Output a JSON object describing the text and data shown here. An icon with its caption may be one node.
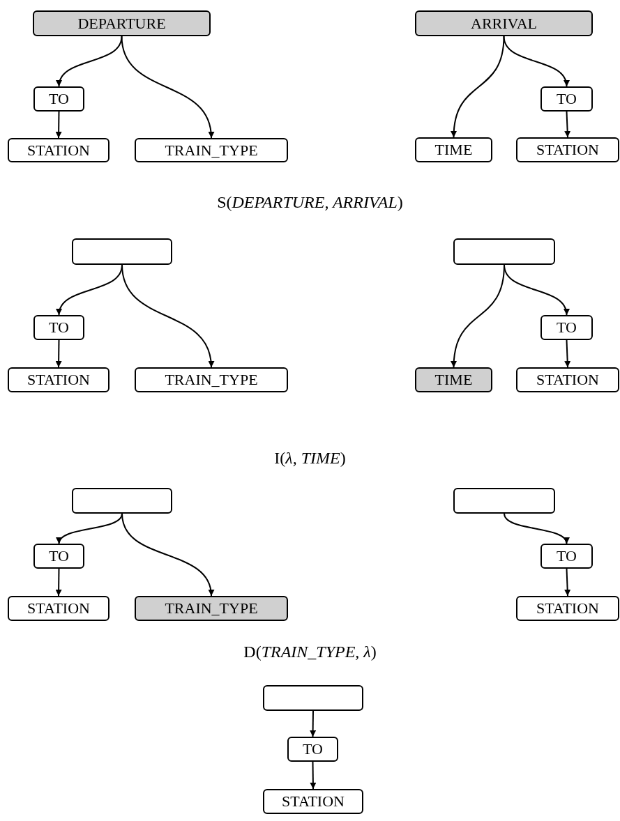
{
  "diagram": {
    "nodes": [
      {
        "text": [
          "DEPARTURE"
        ]
      },
      {
        "text": [
          "TO"
        ]
      },
      {
        "text": [
          "STATION"
        ]
      },
      {
        "text": [
          "TRAIN_TYPE"
        ]
      },
      {
        "text": [
          "ARRIVAL"
        ]
      },
      {
        "text": [
          "TIME"
        ]
      },
      {
        "text": [
          "TO"
        ]
      },
      {
        "text": [
          "STATION"
        ]
      },
      {
        "text": [],
        "shape": "box"
      },
      {
        "text": [
          "TO"
        ]
      },
      {
        "text": [
          "STATION"
        ]
      },
      {
        "text": [
          "TRAIN_TYPE"
        ]
      },
      {
        "text": [],
        "shape": "box"
      },
      {
        "text": [
          "TIME"
        ]
      },
      {
        "text": [
          "TO"
        ]
      },
      {
        "text": [
          "STATION"
        ]
      },
      {
        "text": [],
        "shape": "box"
      },
      {
        "text": [
          "TO"
        ]
      },
      {
        "text": [
          "STATION"
        ]
      },
      {
        "text": [
          "TRAIN_TYPE"
        ]
      },
      {
        "text": [],
        "shape": "box"
      },
      {
        "text": [
          "TO"
        ]
      },
      {
        "text": [
          "STATION"
        ]
      },
      {
        "text": [],
        "shape": "box"
      },
      {
        "text": [
          "TO"
        ]
      },
      {
        "text": [
          "STATION"
        ]
      }
    ],
    "edges": [
      {
        "from": 0,
        "to": 1,
        "arrow": "to"
      },
      {
        "from": 1,
        "to": 2,
        "arrow": "to"
      },
      {
        "from": 0,
        "to": 3,
        "arrow": "to"
      },
      {
        "from": 4,
        "to": 5,
        "arrow": "to"
      },
      {
        "from": 4,
        "to": 6,
        "arrow": "to"
      },
      {
        "from": 6,
        "to": 7,
        "arrow": "to"
      },
      {
        "from": 8,
        "to": 9,
        "arrow": "to"
      },
      {
        "from": 9,
        "to": 10,
        "arrow": "to"
      },
      {
        "from": 8,
        "to": 11,
        "arrow": "to"
      },
      {
        "from": 12,
        "to": 13,
        "arrow": "to"
      },
      {
        "from": 12,
        "to": 14,
        "arrow": "to"
      },
      {
        "from": 14,
        "to": 15,
        "arrow": "to"
      },
      {
        "from": 16,
        "to": 17,
        "arrow": "to"
      },
      {
        "from": 17,
        "to": 18,
        "arrow": "to"
      },
      {
        "from": 16,
        "to": 19,
        "arrow": "to"
      },
      {
        "from": 20,
        "to": 21,
        "arrow": "to"
      },
      {
        "from": 21,
        "to": 22,
        "arrow": "to"
      },
      {
        "from": 23,
        "to": 24,
        "arrow": "to"
      },
      {
        "from": 24,
        "to": 25,
        "arrow": "to"
      }
    ],
    "labels": [
      "S(*DEPARTURE, ARRIVAL*)",
      "I(*λ, TIME*)",
      "D(*TRAIN_TYPE, λ*)"
    ]
  }
}
